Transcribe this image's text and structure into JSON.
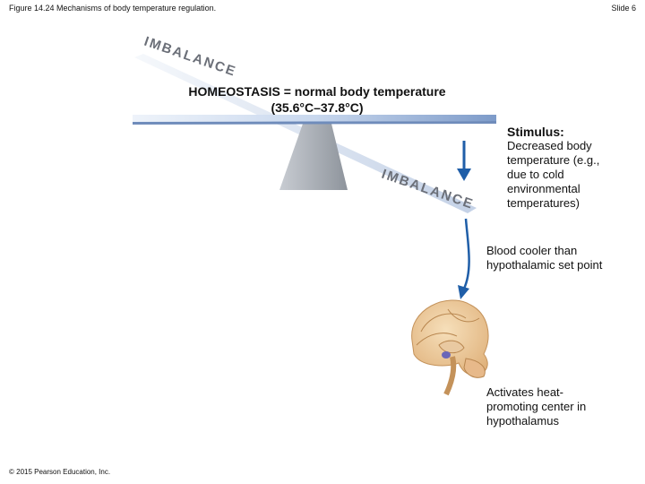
{
  "header": {
    "figure_caption": "Figure 14.24 Mechanisms of body temperature regulation.",
    "slide_number": "Slide 6"
  },
  "seesaw": {
    "imbalance_top": "IMBALANCE",
    "imbalance_bottom": "IMBALANCE",
    "title_line1": "HOMEOSTASIS = normal body temperature",
    "title_line2": "(35.6°C–37.8°C)"
  },
  "stimulus": {
    "heading": "Stimulus:",
    "text": "Decreased body temperature (e.g., due to cold environmental temperatures)"
  },
  "steps": [
    {
      "text": "Blood cooler than hypothalamic set point"
    },
    {
      "text": "Activates heat-promoting center in hypothalamus"
    }
  ],
  "footer": {
    "copyright": "© 2015 Pearson Education, Inc."
  },
  "colors": {
    "arrow": "#1f5ea8",
    "beam_light": "#d7e3f3",
    "beam_dark": "#7d9bc9",
    "fulcrum": "#a9aeb5",
    "imbalance_text": "#6b6f78"
  }
}
